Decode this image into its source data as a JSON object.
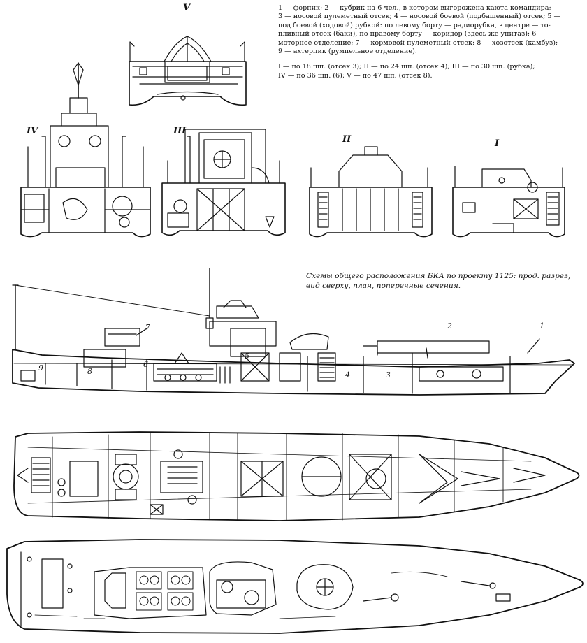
{
  "section_labels": {
    "v": "V",
    "iv": "IV",
    "iii": "III",
    "ii": "II",
    "i": "I"
  },
  "legend": {
    "compartments": [
      "1 — форпик; 2 — кубрик на 6 чел., в котором выгорожена каюта командира;",
      "3 — носовой пулеметный отсек; 4 — носовой боевой (подбашенный) отсек; 5 —",
      "под боевой (ходовой) рубкой: по левому борту — радиорубка, в центре — то-",
      "пливный отсек (баки), по правому борту — коридор (здесь же унитаз); 6 —",
      "моторное отделение; 7 — кормовой пулеметный отсек; 8 — хозотсек (камбуз);",
      "9 — ахтерпик (румпельное отделение)."
    ],
    "sections": [
      "I — по 18 шп. (отсек 3); II — по 24 шп. (отсек 4); III — по 30 шп. (рубка);",
      "IV — по 36 шп. (6); V — по 47 шп. (отсек 8)."
    ]
  },
  "caption": "Схемы общего расположения БКА по проекту 1125: прод. разрез, вид сверху, план, поперечные сечения.",
  "profile_numbers": [
    "1",
    "2",
    "3",
    "4",
    "5",
    "6",
    "7",
    "8",
    "9"
  ],
  "colors": {
    "ink": "#111111",
    "paper": "#ffffff"
  }
}
